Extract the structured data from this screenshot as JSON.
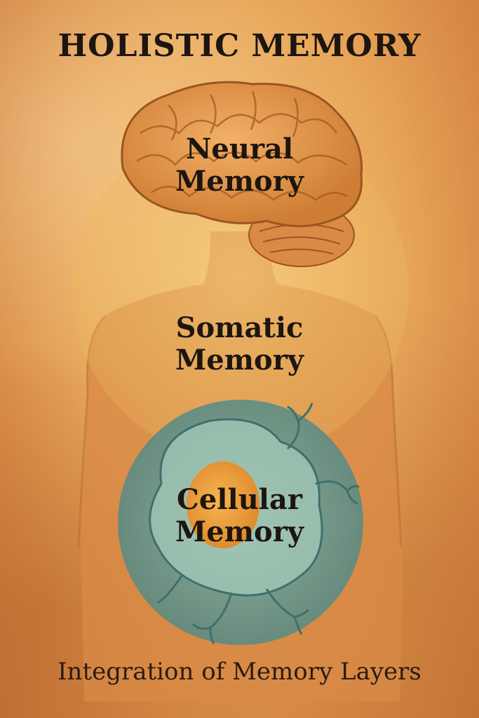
{
  "title": "HOLISTIC MEMORY",
  "layers": [
    {
      "line1": "Neural",
      "line2": "Memory",
      "icon": "brain-icon"
    },
    {
      "line1": "Somatic",
      "line2": "Memory",
      "icon": "body-icon"
    },
    {
      "line1": "Cellular",
      "line2": "Memory",
      "icon": "cell-icon"
    }
  ],
  "footer": "Integration of Memory Layers",
  "colors": {
    "background": "#e9a95c",
    "somatic_circle": "#f3c46a",
    "cellular_circle": "#5f9a96",
    "text": "#1d1610"
  }
}
